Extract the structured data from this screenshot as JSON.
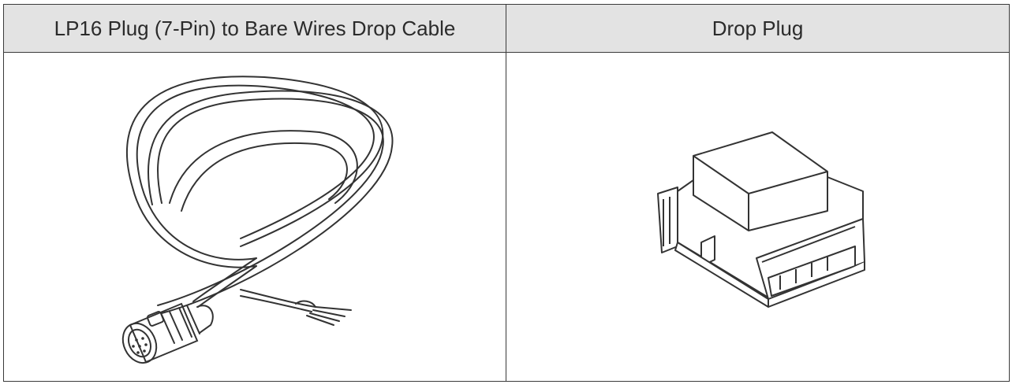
{
  "table": {
    "columns": [
      {
        "header": "LP16 Plug (7-Pin) to Bare Wires Drop Cable",
        "image_icon": "drop-cable-illustration"
      },
      {
        "header": "Drop Plug",
        "image_icon": "drop-plug-illustration"
      }
    ]
  },
  "colors": {
    "header_bg": "#e3e3e3",
    "border": "#3a3a3a",
    "line_art": "#333333"
  }
}
